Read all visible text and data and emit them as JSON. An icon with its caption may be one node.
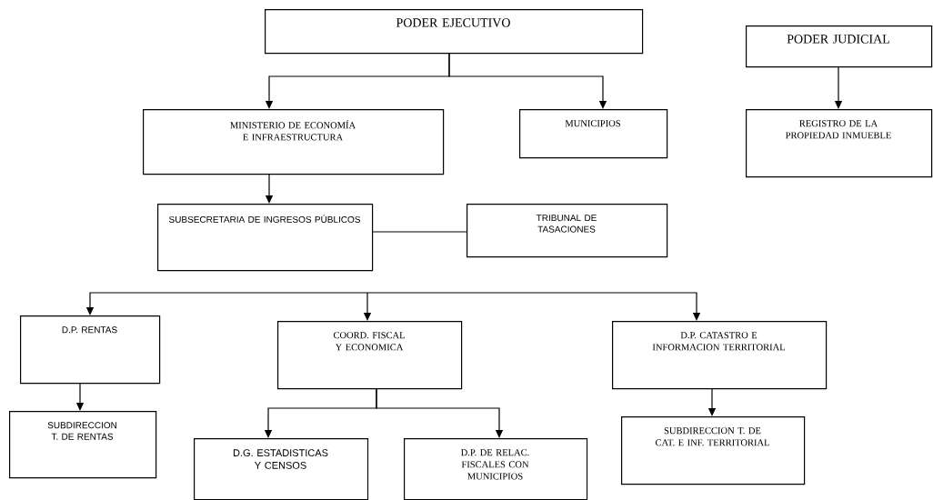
{
  "diagram": {
    "nodes": [
      {
        "text": [
          "PODER EJECUTIVO"
        ]
      },
      {
        "text": [
          "PODER JUDICIAL"
        ]
      },
      {
        "text": [
          "MINISTERIO DE ECONOMÍA E INFRAESTRUCTURA"
        ]
      },
      {
        "text": [
          "MUNICIPIOS"
        ]
      },
      {
        "text": [
          "REGISTRO DE LA PROPIEDAD INMUEBLE"
        ]
      },
      {
        "text": [
          "SUBSECRETARIA DE INGRESOS PÚBLICOS"
        ]
      },
      {
        "text": [
          "TRIBUNAL DE TASACIONES"
        ]
      },
      {
        "text": [
          "D.P. RENTAS"
        ]
      },
      {
        "text": [
          "COORD. FISCAL Y ECONOMICA"
        ]
      },
      {
        "text": [
          "D.P. CATASTRO E INFORMACION TERRITORIAL"
        ]
      },
      {
        "text": [
          "SUBDIRECCION T. DE RENTAS"
        ]
      },
      {
        "text": [
          "D.G. ESTADISTICAS Y CENSOS"
        ]
      },
      {
        "text": [
          "D.P. DE RELAC. FISCALES CON MUNICIPIOS"
        ]
      },
      {
        "text": [
          "SUBDIRECCION T. DE CAT. E INF. TERRITORIAL"
        ]
      }
    ],
    "edges": [
      {
        "from": 0,
        "to": 2,
        "arrow": "to"
      },
      {
        "from": 0,
        "to": 3,
        "arrow": "to"
      },
      {
        "from": 1,
        "to": 4,
        "arrow": "to"
      },
      {
        "from": 2,
        "to": 5,
        "arrow": "to"
      },
      {
        "from": 5,
        "to": 6,
        "arrow": "none"
      },
      {
        "from": null,
        "to": 7,
        "arrow": "to"
      },
      {
        "from": null,
        "to": 8,
        "arrow": "to"
      },
      {
        "from": null,
        "to": 9,
        "arrow": "to"
      },
      {
        "from": 7,
        "to": 10,
        "arrow": "to"
      },
      {
        "from": 8,
        "to": 11,
        "arrow": "to"
      },
      {
        "from": 8,
        "to": 12,
        "arrow": "to"
      },
      {
        "from": 9,
        "to": 13,
        "arrow": "to"
      }
    ]
  }
}
